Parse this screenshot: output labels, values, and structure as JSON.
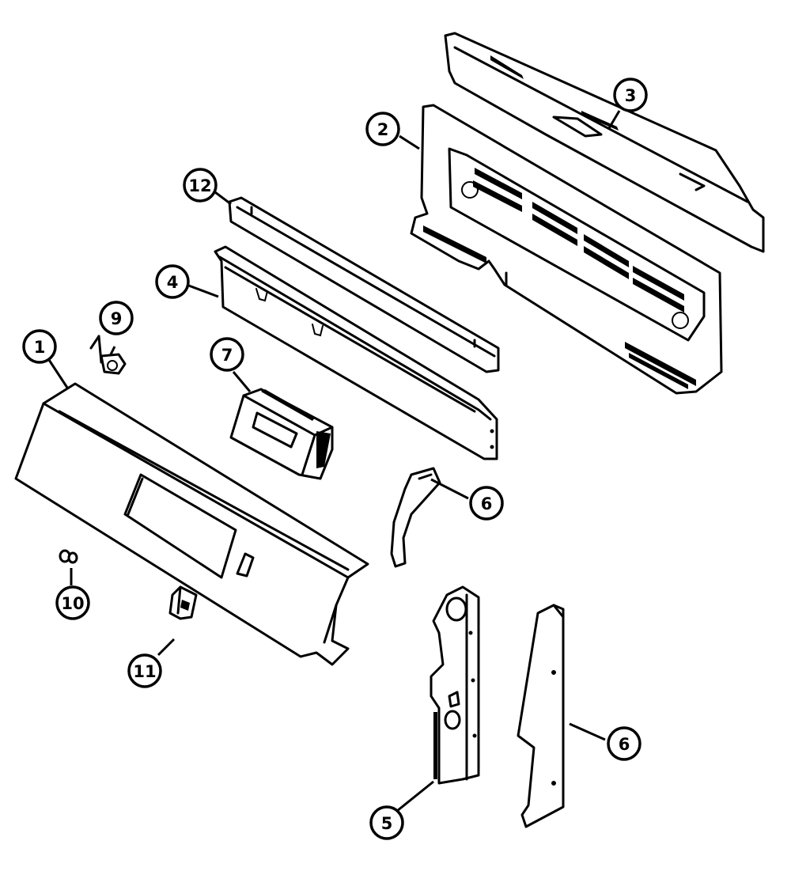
{
  "diagram": {
    "callouts": [
      {
        "id": "callout-1",
        "label": "1"
      },
      {
        "id": "callout-2",
        "label": "2"
      },
      {
        "id": "callout-3",
        "label": "3"
      },
      {
        "id": "callout-4",
        "label": "4"
      },
      {
        "id": "callout-5",
        "label": "5"
      },
      {
        "id": "callout-6-upper",
        "label": "6"
      },
      {
        "id": "callout-6-lower",
        "label": "6"
      },
      {
        "id": "callout-7",
        "label": "7"
      },
      {
        "id": "callout-9",
        "label": "9"
      },
      {
        "id": "callout-10",
        "label": "10"
      },
      {
        "id": "callout-11",
        "label": "11"
      },
      {
        "id": "callout-12",
        "label": "12"
      }
    ]
  }
}
